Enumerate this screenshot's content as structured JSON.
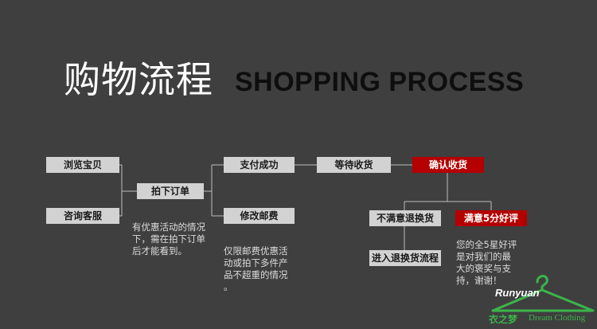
{
  "title": {
    "cn": "购物流程",
    "en": "SHOPPING PROCESS"
  },
  "nodes": {
    "browse": "浏览宝贝",
    "consult": "咨询客服",
    "order": "拍下订单",
    "pay": "支付成功",
    "modify_shipping": "修改邮费",
    "wait_delivery": "等待收货",
    "confirm_receipt": "确认收货",
    "not_satisfied": "不满意退换货",
    "return_process": "进入退换货流程",
    "satisfied": "满意5分好评"
  },
  "notes": {
    "order_note": "有优惠活动的情况\n下，需在拍下订单\n后才能看到。",
    "shipping_note": "仅限邮费优惠活\n动或拍下多件产\n品不超重的情况\n。",
    "review_note": "您的全5星好评\n是对我们的最\n大的褒奖与支\n持，谢谢！"
  },
  "logo": {
    "en": "Runyuan",
    "cn": "衣之梦",
    "sub": "Dream Clothing"
  },
  "colors": {
    "background": "#3f3f3f",
    "box": "#d2d2d2",
    "highlight": "#b40000",
    "brand_green": "#3bb54a"
  }
}
